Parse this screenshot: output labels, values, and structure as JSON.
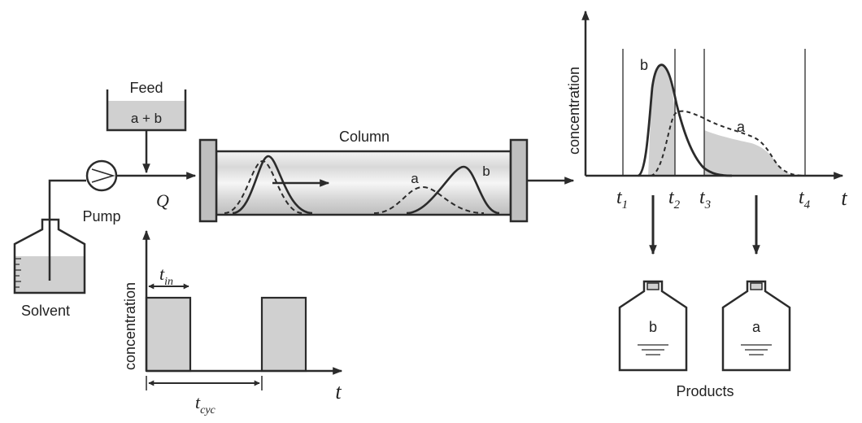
{
  "colors": {
    "ink": "#2b2b2b",
    "fill": "#d0d0d0",
    "column_light": "#eeeeee",
    "column_dark": "#cfcfcf"
  },
  "feed": {
    "label": "Feed",
    "content": "a + b"
  },
  "pump": {
    "label": "Pump"
  },
  "flow": {
    "label": "Q"
  },
  "solvent": {
    "label": "Solvent"
  },
  "column": {
    "label": "Column",
    "peak_a": "a",
    "peak_b": "b"
  },
  "injection_chart": {
    "ylabel": "concentration",
    "xlabel": "t",
    "t_in": {
      "base": "t",
      "sub": "in"
    },
    "t_cyc": {
      "base": "t",
      "sub": "cyc"
    }
  },
  "elution_chart": {
    "ylabel": "concentration",
    "xlabel": "t",
    "curve_b": "b",
    "curve_a": "a",
    "ticks": [
      {
        "base": "t",
        "sub": "1"
      },
      {
        "base": "t",
        "sub": "2"
      },
      {
        "base": "t",
        "sub": "3"
      },
      {
        "base": "t",
        "sub": "4"
      }
    ]
  },
  "products": {
    "label": "Products",
    "bottle_left": "b",
    "bottle_right": "a"
  }
}
